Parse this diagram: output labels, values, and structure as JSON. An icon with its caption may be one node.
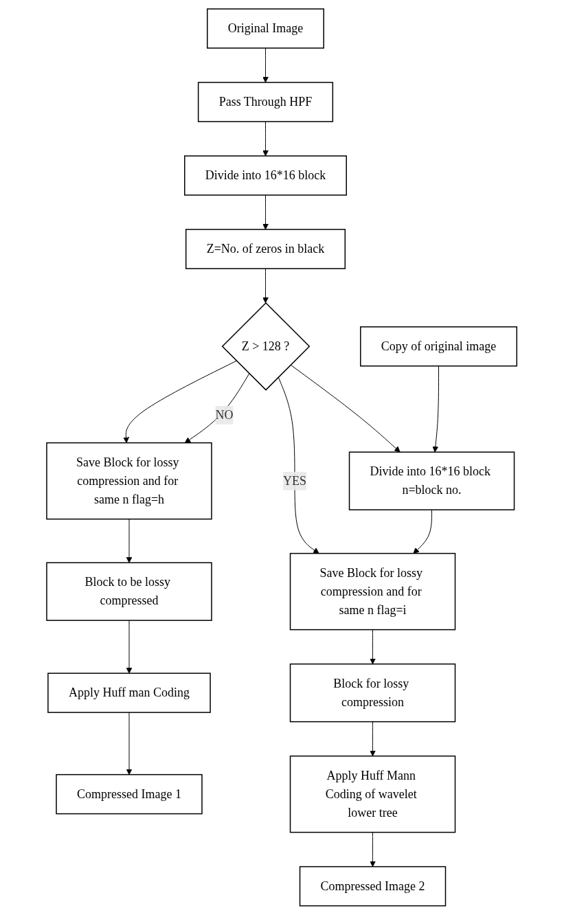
{
  "diagram": {
    "nodes": [
      {
        "text": [
          "Original Image"
        ]
      },
      {
        "text": [
          "Pass Through HPF"
        ]
      },
      {
        "text": [
          "Divide into 16*16 block"
        ]
      },
      {
        "text": [
          "Z=No. of zeros in black"
        ]
      },
      {
        "text": [
          "Z > 128 ?"
        ]
      },
      {
        "text": [
          "Save Block for lossy compression and for same n flag=h"
        ]
      },
      {
        "text": [
          "Block to be lossy compressed"
        ]
      },
      {
        "text": [
          "Apply Huff man Coding"
        ]
      },
      {
        "text": [
          "Compressed Image 1"
        ]
      },
      {
        "text": [
          "Copy of original image"
        ]
      },
      {
        "text": [
          "Divide into 16*16 block n=block no."
        ]
      },
      {
        "text": [
          "Save Block for lossy compression and for same n flag=i"
        ]
      },
      {
        "text": [
          "Block for lossy compression"
        ]
      },
      {
        "text": [
          "Apply Huff Mann Coding of wavelet lower tree"
        ]
      },
      {
        "text": [
          "Compressed Image 2"
        ]
      }
    ],
    "edges": [
      {
        "from": 0,
        "to": 1,
        "arrow": "to"
      },
      {
        "from": 1,
        "to": 2,
        "arrow": "to"
      },
      {
        "from": 2,
        "to": 3,
        "arrow": "to"
      },
      {
        "from": 3,
        "to": 4,
        "arrow": "to"
      },
      {
        "from": 4,
        "to": 11,
        "arrow": "to",
        "label": "YES"
      },
      {
        "from": 4,
        "to": 10,
        "arrow": "to"
      },
      {
        "from": 4,
        "to": 5,
        "arrow": "to"
      },
      {
        "from": 4,
        "to": 5,
        "arrow": "to",
        "label": "NO"
      },
      {
        "from": 5,
        "to": 6,
        "arrow": "to"
      },
      {
        "from": 6,
        "to": 7,
        "arrow": "to"
      },
      {
        "from": 7,
        "to": 8,
        "arrow": "to"
      },
      {
        "from": 9,
        "to": 10,
        "arrow": "to"
      },
      {
        "from": 10,
        "to": 11,
        "arrow": "to"
      },
      {
        "from": 11,
        "to": 12,
        "arrow": "to"
      },
      {
        "from": 12,
        "to": 13,
        "arrow": "to"
      },
      {
        "from": 13,
        "to": 14,
        "arrow": "to"
      }
    ]
  }
}
